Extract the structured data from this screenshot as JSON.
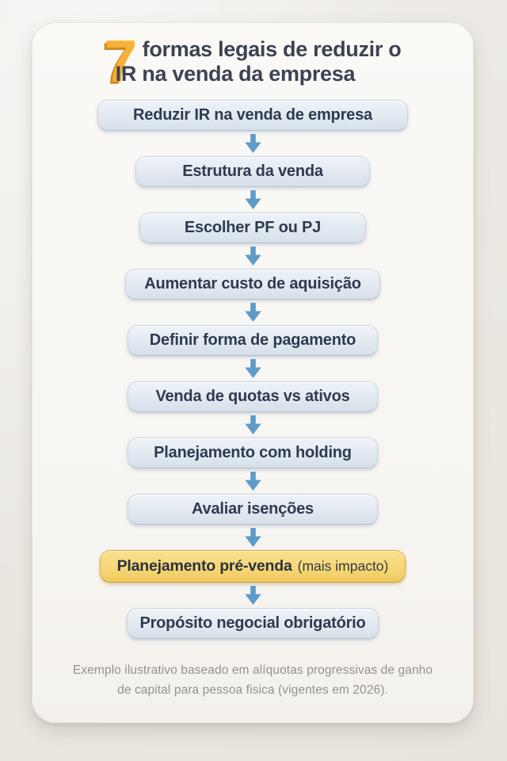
{
  "title": {
    "number": "7",
    "line1": "formas legais de reduzir o",
    "line2": "IR na venda da empresa"
  },
  "flow": {
    "steps": [
      {
        "label": "Reduzir IR na venda de empresa"
      },
      {
        "label": "Estrutura da venda"
      },
      {
        "label": "Escolher PF ou PJ"
      },
      {
        "label": "Aumentar custo de aquisição"
      },
      {
        "label": "Definir forma de pagamento"
      },
      {
        "label": "Venda de quotas vs ativos"
      },
      {
        "label": "Planejamento com holding"
      },
      {
        "label": "Avaliar isenções"
      },
      {
        "label": "Planejamento pré-venda",
        "suffix": "(mais impacto)"
      },
      {
        "label": "Propósito negocial obrigatório"
      }
    ]
  },
  "footer": {
    "line1": "Exemplo ilustrativo baseado em alíquotas progressivas de ganho",
    "line2": "de capital para pessoa fisica (vigentes em 2026)."
  },
  "colors": {
    "number_gold": "#f5b13a",
    "arrow_blue": "#5e9bc9",
    "box_blue_fill": "#e3e9f1",
    "box_highlight_fill": "#f6d777",
    "box_text_navy": "#2e3a50",
    "title_text": "#3b4353",
    "footer_gray": "#97918a",
    "card_background": "#f8f6f2",
    "page_background": "#ebe8e2"
  }
}
